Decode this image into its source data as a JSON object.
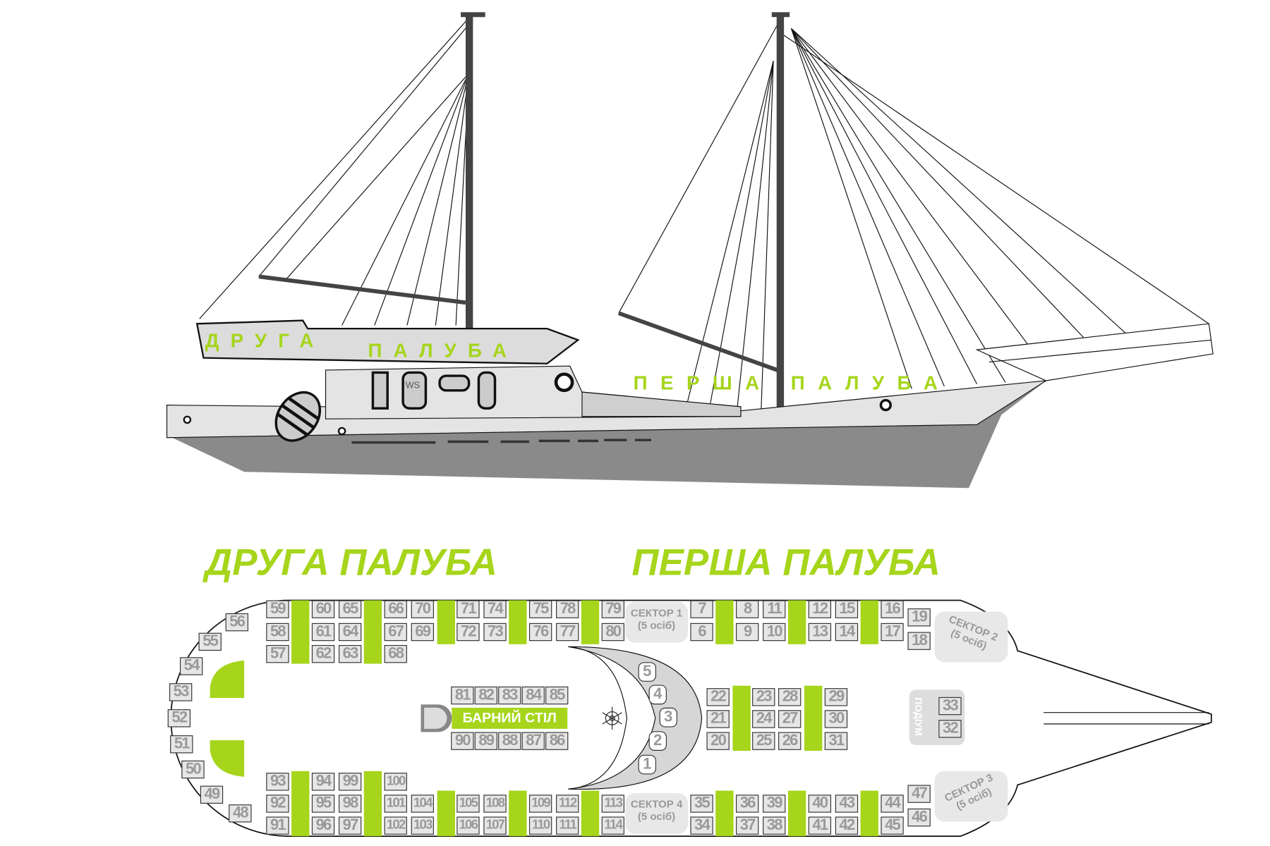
{
  "side_view": {
    "upper_deck_label_1": "ДРУГА",
    "upper_deck_label_2": "ПАЛУБА",
    "main_deck_label": "ПЕРША ПАЛУБА",
    "door_label": "WS"
  },
  "plan": {
    "heading_upper": "ДРУГА ПАЛУБА",
    "heading_main": "ПЕРША ПАЛУБА",
    "bar_table": "БАРНИЙ СТІЛ",
    "podium": "ПОДІУМ",
    "sectors": [
      {
        "name": "СЕКТОР 1",
        "capacity": "(5 осіб)"
      },
      {
        "name": "СЕКТОР 2",
        "capacity": "(5 осіб)"
      },
      {
        "name": "СЕКТОР 3",
        "capacity": "(5 осіб)"
      },
      {
        "name": "СЕКТОР 4",
        "capacity": "(5 осіб)"
      }
    ],
    "stage_seats": [
      "1",
      "2",
      "3",
      "4",
      "5"
    ],
    "seats": [
      "6",
      "7",
      "8",
      "9",
      "10",
      "11",
      "12",
      "13",
      "14",
      "15",
      "16",
      "17",
      "18",
      "19",
      "20",
      "21",
      "22",
      "23",
      "24",
      "25",
      "26",
      "27",
      "28",
      "29",
      "30",
      "31",
      "32",
      "33",
      "34",
      "35",
      "36",
      "37",
      "38",
      "39",
      "40",
      "41",
      "42",
      "43",
      "44",
      "45",
      "46",
      "47",
      "48",
      "49",
      "50",
      "51",
      "52",
      "53",
      "54",
      "55",
      "56",
      "57",
      "58",
      "59",
      "60",
      "61",
      "62",
      "63",
      "64",
      "65",
      "66",
      "67",
      "68",
      "69",
      "70",
      "71",
      "72",
      "73",
      "74",
      "75",
      "76",
      "77",
      "78",
      "79",
      "80",
      "81",
      "82",
      "83",
      "84",
      "85",
      "86",
      "87",
      "88",
      "89",
      "90",
      "91",
      "92",
      "93",
      "94",
      "95",
      "96",
      "97",
      "98",
      "99",
      "100",
      "101",
      "102",
      "103",
      "104",
      "105",
      "106",
      "107",
      "108",
      "109",
      "110",
      "111",
      "112",
      "113",
      "114"
    ]
  },
  "colors": {
    "accent": "#a6d51b",
    "seat_fill": "#e6e6e6",
    "hull": "#888888"
  }
}
